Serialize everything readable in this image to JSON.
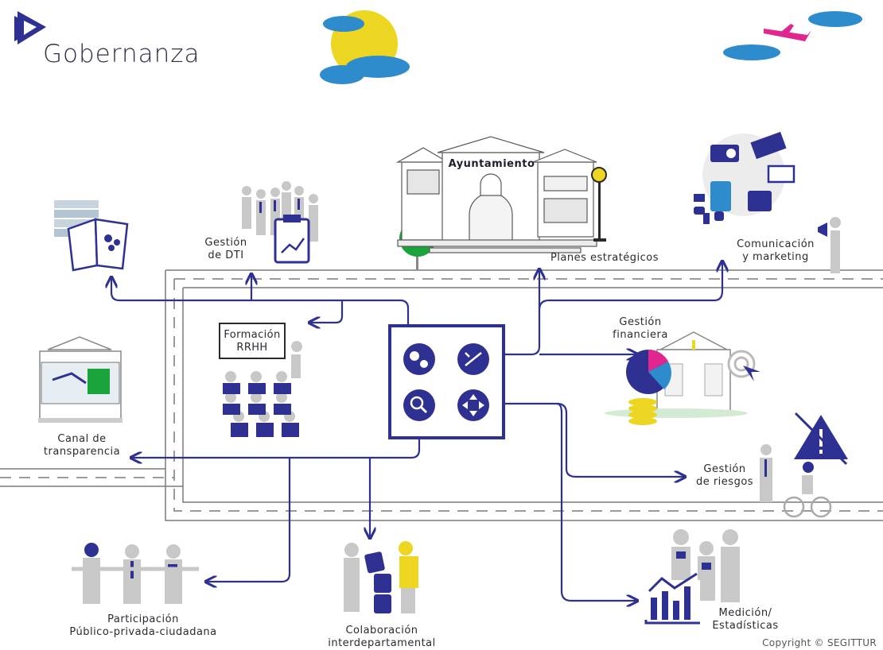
{
  "header": {
    "brand": "Gobernanza"
  },
  "buildings": {
    "town_hall_sign": "Ayuntamiento"
  },
  "nodes": {
    "gestion_dti": [
      "Gestión",
      "de DTI"
    ],
    "planes": [
      "Planes estratégicos"
    ],
    "comunicacion": [
      "Comunicación",
      "y marketing"
    ],
    "formacion": [
      "Formación",
      "RRHH"
    ],
    "financiera": [
      "Gestión",
      "financiera"
    ],
    "transparencia": [
      "Canal de",
      "transparencia"
    ],
    "riesgos": [
      "Gestión",
      "de riesgos"
    ],
    "participacion": [
      "Participación",
      "Público-privada-ciudadana"
    ],
    "colaboracion": [
      "Colaboración",
      "interdepartamental"
    ],
    "medicion": [
      "Medición/",
      "Estadísticas"
    ]
  },
  "footer": {
    "copyright": "Copyright © SEGITTUR"
  },
  "colors": {
    "navy": "#2e3192",
    "grey": "#c8c8c8",
    "road": "#7a7a7a",
    "sun": "#ecd621",
    "cloud": "#2e8bcc",
    "green": "#1aa33a",
    "pink": "#e2268f"
  },
  "icons": [
    "gears-icon",
    "strategy-icon",
    "magnifier-icon",
    "directions-icon",
    "twitter-icon",
    "youtube-icon",
    "facebook-icon",
    "instagram-icon",
    "radio-icon",
    "newspaper-icon",
    "laptop-icon",
    "tv-icon",
    "megaphone-icon",
    "airplane-icon",
    "pie-chart-icon",
    "warning-sign-icon",
    "bar-chart-icon",
    "handshake-icon",
    "book-gears-icon",
    "clipboard-chart-icon"
  ]
}
